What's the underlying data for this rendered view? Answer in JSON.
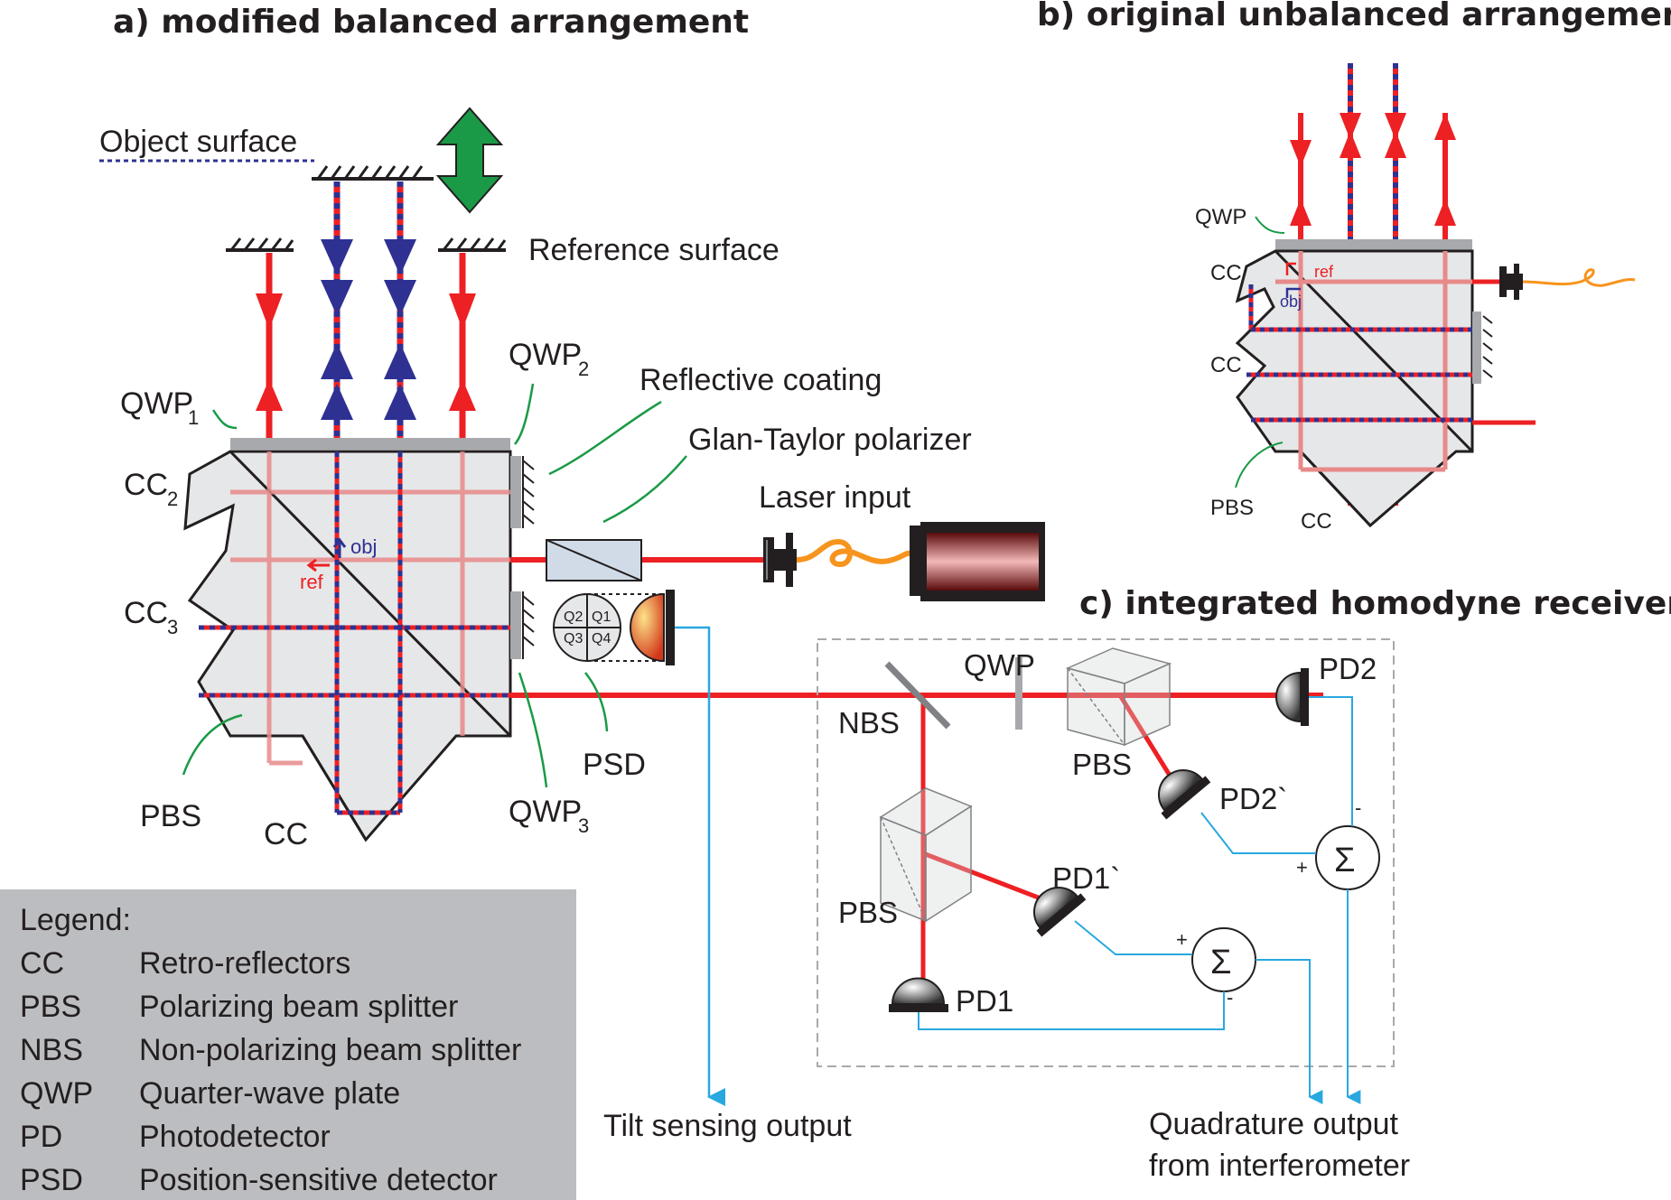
{
  "titles": {
    "a": "a) modified balanced arrangement",
    "b": "b) original unbalanced arrangement",
    "c": "c) integrated homodyne receiver"
  },
  "labels_a": {
    "object_surface": "Object surface",
    "reference_surface": "Reference surface",
    "qwp1": "QWP",
    "qwp1_sub": "1",
    "qwp2": "QWP",
    "qwp2_sub": "2",
    "qwp3": "QWP",
    "qwp3_sub": "3",
    "cc2": "CC",
    "cc2_sub": "2",
    "cc3": "CC",
    "cc3_sub": "3",
    "reflective_coating": "Reflective coating",
    "glan_taylor": "Glan-Taylor polarizer",
    "laser_input": "Laser input",
    "obj": "obj",
    "ref": "ref",
    "psd": "PSD",
    "q1": "Q1",
    "q2": "Q2",
    "q3": "Q3",
    "q4": "Q4",
    "pbs": "PBS",
    "cc": "CC"
  },
  "labels_b": {
    "qwp": "QWP",
    "cc_top": "CC",
    "cc_mid": "CC",
    "ref": "ref",
    "obj": "obj",
    "pbs": "PBS",
    "cc_bottom": "CC"
  },
  "labels_c": {
    "qwp": "QWP",
    "nbs": "NBS",
    "pbs_top": "PBS",
    "pbs_bottom": "PBS",
    "pd2": "PD2",
    "pd2p": "PD2`",
    "pd1": "PD1",
    "pd1p": "PD1`",
    "sigma": "Σ",
    "plus": "+",
    "minus": "-"
  },
  "outputs": {
    "tilt": "Tilt sensing output",
    "quadrature_1": "Quadrature output",
    "quadrature_2": "from interferometer"
  },
  "legend": {
    "title": "Legend:",
    "rows": [
      {
        "abbr": "CC",
        "desc": "Retro-reflectors"
      },
      {
        "abbr": "PBS",
        "desc": "Polarizing beam splitter"
      },
      {
        "abbr": "NBS",
        "desc": "Non-polarizing beam splitter"
      },
      {
        "abbr": "QWP",
        "desc": "Quarter-wave plate"
      },
      {
        "abbr": "PD",
        "desc": "Photodetector"
      },
      {
        "abbr": "PSD",
        "desc": "Position-sensitive detector"
      }
    ]
  },
  "colors": {
    "laser_red": "#ed2024",
    "object_blue": "#2e3192",
    "arrow_green": "#1a9a46",
    "signal_blue": "#29a8e0",
    "legend_bg": "#bcbdc0"
  }
}
